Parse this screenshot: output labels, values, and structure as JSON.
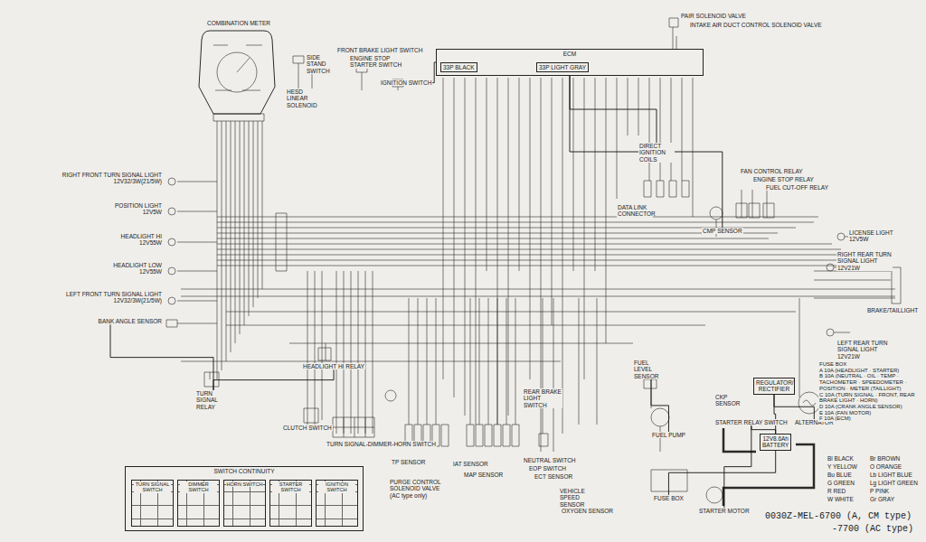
{
  "diagram": {
    "nodes": [
      {
        "text": [
          "COMBINATION METER"
        ]
      },
      {
        "text": [
          "SIDE STAND SWITCH"
        ]
      },
      {
        "text": [
          "HESD LINEAR SOLENOID"
        ]
      },
      {
        "text": [
          "FRONT BRAKE LIGHT SWITCH"
        ]
      },
      {
        "text": [
          "ENGINE STOP STARTER SWITCH"
        ]
      },
      {
        "text": [
          "IGNITION SWITCH"
        ]
      },
      {
        "text": [
          "ECM"
        ]
      },
      {
        "text": [
          "33P BLACK"
        ],
        "in": 6
      },
      {
        "text": [
          "33P LIGHT GRAY"
        ],
        "in": 6
      },
      {
        "text": [
          "PAIR SOLENOID VALVE"
        ]
      },
      {
        "text": [
          "INTAKE AIR DUCT CONTROL SOLENOID VALVE"
        ]
      },
      {
        "text": [
          "DIRECT IGNITION COILS"
        ]
      },
      {
        "text": [
          "DATA LINK CONNECTOR"
        ]
      },
      {
        "text": [
          "CMP SENSOR"
        ]
      },
      {
        "text": [
          "FAN CONTROL RELAY"
        ]
      },
      {
        "text": [
          "ENGINE STOP RELAY"
        ]
      },
      {
        "text": [
          "FUEL CUT-OFF RELAY"
        ]
      },
      {
        "text": [
          "RIGHT FRONT TURN SIGNAL LIGHT",
          "12V32/3W(21/5W)"
        ]
      },
      {
        "text": [
          "POSITION LIGHT",
          "12V5W"
        ]
      },
      {
        "text": [
          "HEADLIGHT HI",
          "12V55W"
        ]
      },
      {
        "text": [
          "HEADLIGHT LOW",
          "12V55W"
        ]
      },
      {
        "text": [
          "LEFT FRONT TURN SIGNAL LIGHT",
          "12V32/3W(21/5W)"
        ]
      },
      {
        "text": [
          "BANK ANGLE SENSOR"
        ]
      },
      {
        "text": [
          "TURN SIGNAL RELAY"
        ]
      },
      {
        "text": [
          "HEADLIGHT HI RELAY"
        ]
      },
      {
        "text": [
          "CLUTCH SWITCH"
        ]
      },
      {
        "text": [
          "TURN SIGNAL-DIMMER-HORN SWITCH"
        ]
      },
      {
        "text": [
          "TP SENSOR"
        ]
      },
      {
        "text": [
          "PURGE CONTROL SOLENOID VALVE (AC type only)"
        ]
      },
      {
        "text": [
          "IAT SENSOR"
        ]
      },
      {
        "text": [
          "MAP SENSOR"
        ]
      },
      {
        "text": [
          "REAR BRAKE LIGHT SWITCH"
        ]
      },
      {
        "text": [
          "NEUTRAL SWITCH"
        ]
      },
      {
        "text": [
          "EOP SWITCH"
        ]
      },
      {
        "text": [
          "ECT SENSOR"
        ]
      },
      {
        "text": [
          "VEHICLE SPEED SENSOR"
        ]
      },
      {
        "text": [
          "OXYGEN SENSOR"
        ]
      },
      {
        "text": [
          "FUEL LEVEL SENSOR"
        ]
      },
      {
        "text": [
          "FUEL PUMP"
        ]
      },
      {
        "text": [
          "CKP SENSOR"
        ]
      },
      {
        "text": [
          "FUSE BOX"
        ]
      },
      {
        "text": [
          "STARTER MOTOR"
        ]
      },
      {
        "text": [
          "STARTER RELAY SWITCH"
        ]
      },
      {
        "text": [
          "12V8.6Ah",
          "BATTERY"
        ]
      },
      {
        "text": [
          "REGULATOR/ RECTIFIER"
        ]
      },
      {
        "text": [
          "ALTERNATOR"
        ]
      },
      {
        "text": [
          "LICENSE LIGHT",
          "12V5W"
        ]
      },
      {
        "text": [
          "RIGHT REAR TURN SIGNAL LIGHT",
          "12V21W"
        ]
      },
      {
        "text": [
          "LEFT REAR TURN SIGNAL LIGHT",
          "12V21W"
        ]
      },
      {
        "text": [
          "BRAKE/TAILLIGHT"
        ]
      },
      {
        "text": [
          "FUSE BOX",
          "A 10A (HEADLIGHT · STARTER)",
          "B 10A (NEUTRAL · OIL · TEMP · TACHOMETER · SPEEDOMETER · POSITION · METER (TAILLIGHT)",
          "C 10A (TURN SIGNAL · FRONT, REAR BRAKE LIGHT · HORN)",
          "D 10A (CRANK ANGLE SENSOR)",
          "E 10A (FAN MOTOR)",
          "F 10A (ECM)"
        ]
      },
      {
        "text": [
          "SWITCH CONTINUITY"
        ]
      },
      {
        "text": [
          "TURN SIGNAL SWITCH"
        ],
        "in": 51
      },
      {
        "text": [
          "DIMMER SWITCH"
        ],
        "in": 51
      },
      {
        "text": [
          "HORN SWITCH"
        ],
        "in": 51
      },
      {
        "text": [
          "STARTER SWITCH"
        ],
        "in": 51
      },
      {
        "text": [
          "IGNITION SWITCH"
        ],
        "in": 51
      }
    ],
    "edges": [
      {
        "from": 43,
        "to": 42,
        "arrow": "none"
      },
      {
        "from": 42,
        "to": 41,
        "arrow": "none"
      },
      {
        "from": 44,
        "to": 45,
        "arrow": "none"
      },
      {
        "from": 44,
        "to": 43,
        "arrow": "none"
      },
      {
        "from": 40,
        "to": 43,
        "arrow": "none"
      },
      {
        "from": 6,
        "to": 11,
        "arrow": "none"
      },
      {
        "from": 6,
        "to": 13,
        "arrow": "none"
      },
      {
        "from": 5,
        "to": 6,
        "arrow": "none"
      },
      {
        "from": 38,
        "to": 37,
        "arrow": "none"
      },
      {
        "from": 24,
        "to": 23,
        "arrow": "none"
      },
      {
        "from": 23,
        "to": 22,
        "arrow": "none"
      }
    ],
    "labels": [
      "Bl BLACK",
      "Y YELLOW",
      "Bu BLUE",
      "G GREEN",
      "R RED",
      "W WHITE",
      "Br BROWN",
      "O ORANGE",
      "Lb LIGHT BLUE",
      "Lg LIGHT GREEN",
      "P PINK",
      "Gr GRAY",
      "0030Z-MEL-6700 (A, CM type)",
      "-7700 (AC type)"
    ]
  }
}
